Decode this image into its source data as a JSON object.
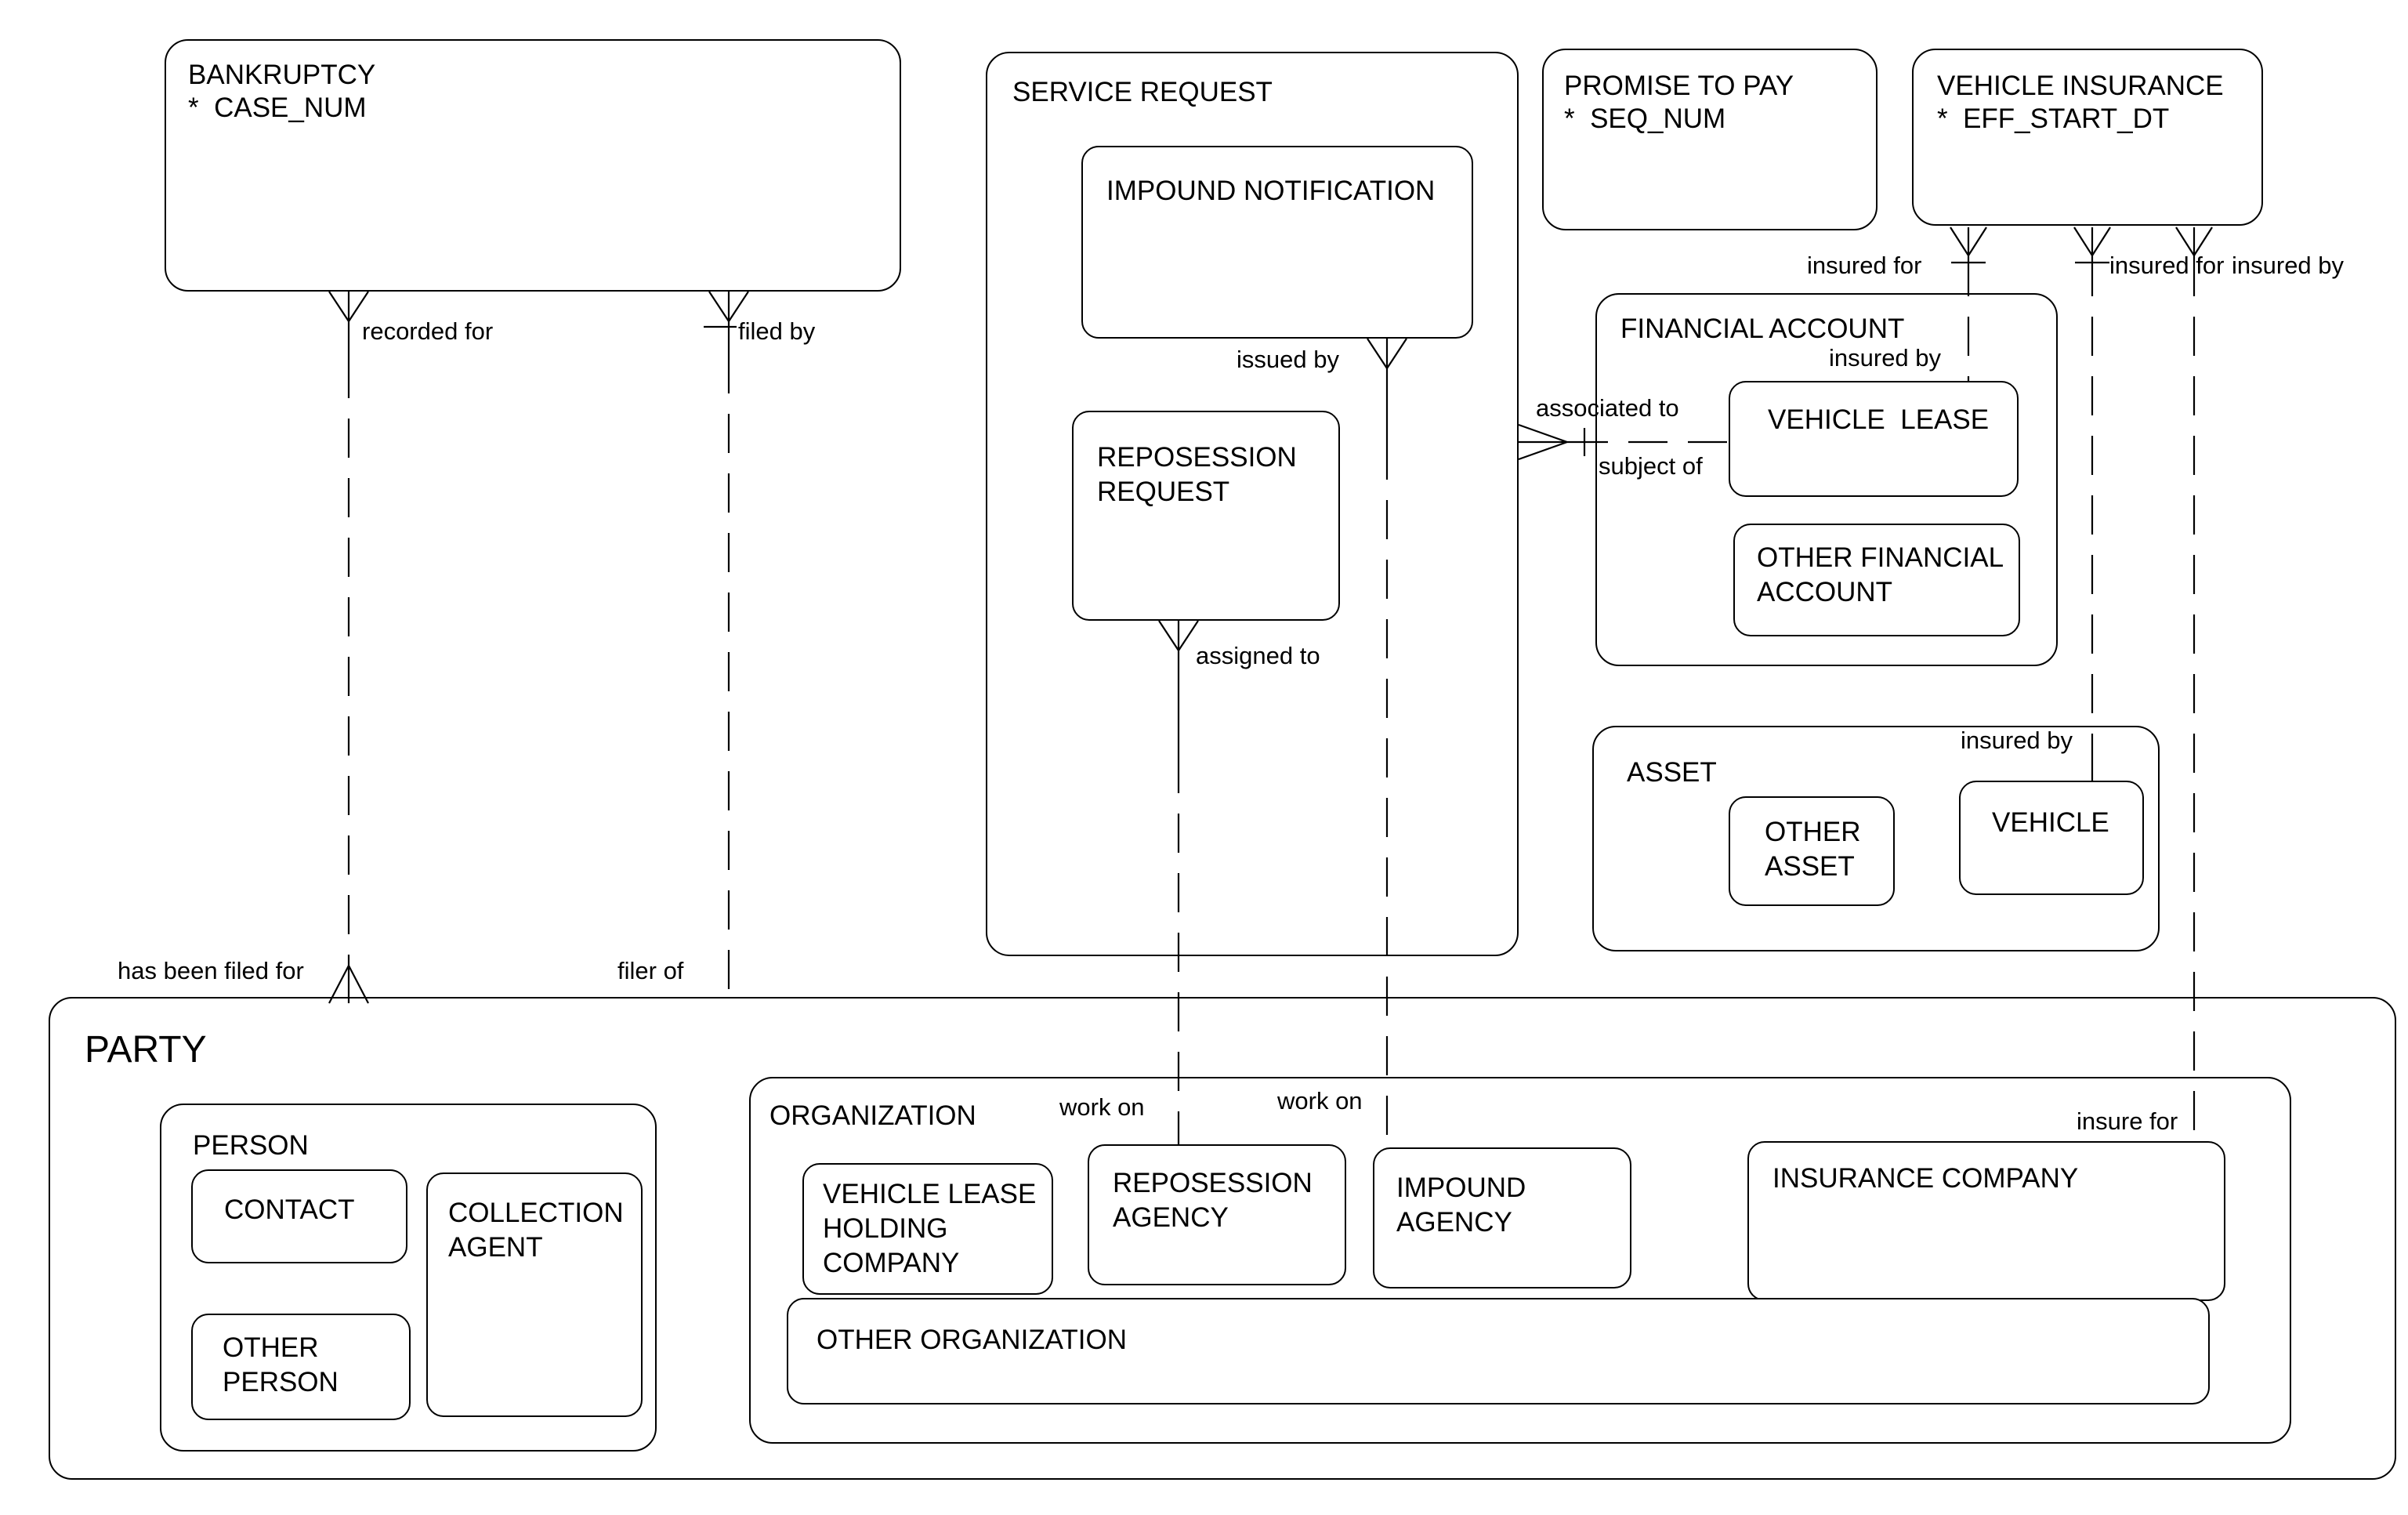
{
  "entities": {
    "bankruptcy": {
      "title": "BANKRUPTCY",
      "attribute": "*  CASE_NUM"
    },
    "service_request": {
      "title": "SERVICE REQUEST"
    },
    "impound_notification": {
      "title": "IMPOUND NOTIFICATION"
    },
    "reposession_request": {
      "title": "REPOSESSION REQUEST"
    },
    "promise_to_pay": {
      "title": "PROMISE TO PAY",
      "attribute": "*  SEQ_NUM"
    },
    "vehicle_insurance": {
      "title": "VEHICLE INSURANCE",
      "attribute": "*  EFF_START_DT"
    },
    "financial_account": {
      "title": "FINANCIAL ACCOUNT"
    },
    "vehicle_lease": {
      "title": "VEHICLE  LEASE"
    },
    "other_financial_account": {
      "title": "OTHER FINANCIAL ACCOUNT"
    },
    "asset": {
      "title": "ASSET"
    },
    "other_asset": {
      "title": "OTHER ASSET"
    },
    "vehicle": {
      "title": "VEHICLE"
    },
    "party": {
      "title": "PARTY"
    },
    "person": {
      "title": "PERSON"
    },
    "contact": {
      "title": "CONTACT"
    },
    "collection_agent": {
      "title": "COLLECTION AGENT"
    },
    "other_person": {
      "title": "OTHER PERSON"
    },
    "organization": {
      "title": "ORGANIZATION"
    },
    "vehicle_lease_holding_company": {
      "title": "VEHICLE LEASE HOLDING COMPANY"
    },
    "reposession_agency": {
      "title": "REPOSESSION AGENCY"
    },
    "impound_agency": {
      "title": "IMPOUND AGENCY"
    },
    "insurance_company": {
      "title": "INSURANCE COMPANY"
    },
    "other_organization": {
      "title": "OTHER ORGANIZATION"
    }
  },
  "relationships": {
    "recorded_for": "recorded for",
    "filed_by": "filed by",
    "has_been_filed_for": "has been filed for",
    "filer_of": "filer of",
    "issued_by": "issued by",
    "assigned_to": "assigned to",
    "associated_to": "associated to",
    "subject_of": "subject of",
    "insured_for_vehicle_lease": "insured for",
    "insured_for_vehicle": "insured for",
    "insured_by_insurance": "insured by",
    "insured_by_financial_account": "insured by",
    "insured_by_asset": "insured by",
    "insure_for": "insure for",
    "work_on_reposession": "work on",
    "work_on_impound": "work on"
  }
}
